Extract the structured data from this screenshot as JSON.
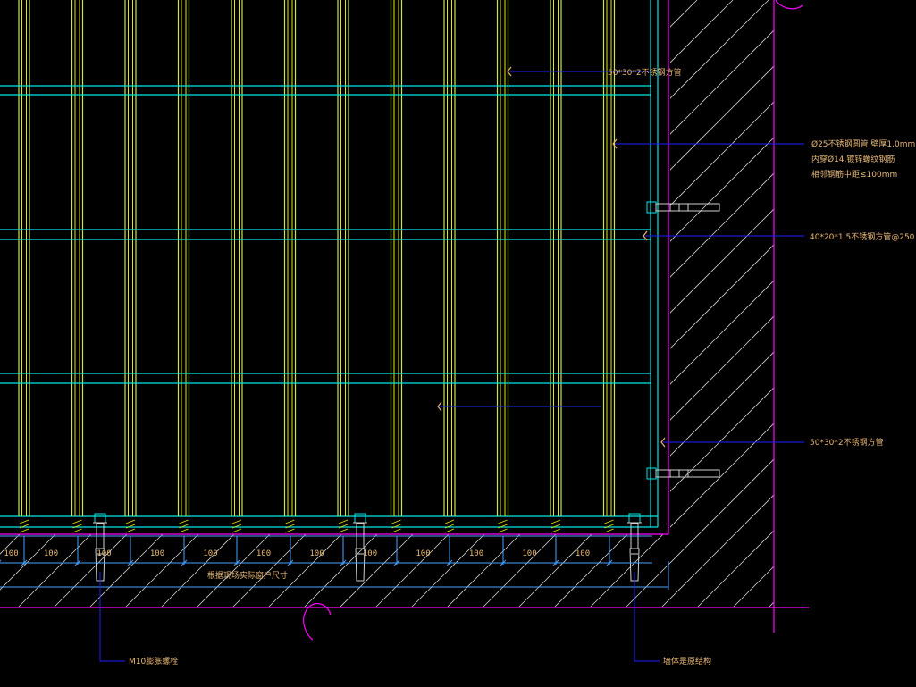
{
  "colors": {
    "background": "#000000",
    "frame": "#00e5e5",
    "bar_outer": "#c8e650",
    "bar_inner": "#e6e600",
    "wall_edge": "#ff00ff",
    "leader": "#0000ff",
    "hatch": "#d0d0d0",
    "text": "#e8b878",
    "dimension": "#4aa0ff"
  },
  "annotations": {
    "top_tube": "50*30*2不锈钢方管",
    "round_bar_line1": "Ø25不锈钢圆管 壁厚1.0mm",
    "round_bar_line2": "内穿Ø14.镀锌螺纹钢筋",
    "round_bar_line3": "相邻钢筋中距≤100mm",
    "mid_tube": "40*20*1.5不锈钢方管@250",
    "bottom_tube": "50*30*2不锈钢方管",
    "anchor_bolt": "M10膨胀螺栓",
    "wall_fill": "墙体是原结构"
  },
  "dimensions": {
    "segments": [
      "100",
      "100",
      "100",
      "100",
      "100",
      "100",
      "100",
      "100",
      "100",
      "100",
      "100",
      "100"
    ],
    "overall_label": "根据现场实际窗户尺寸"
  }
}
